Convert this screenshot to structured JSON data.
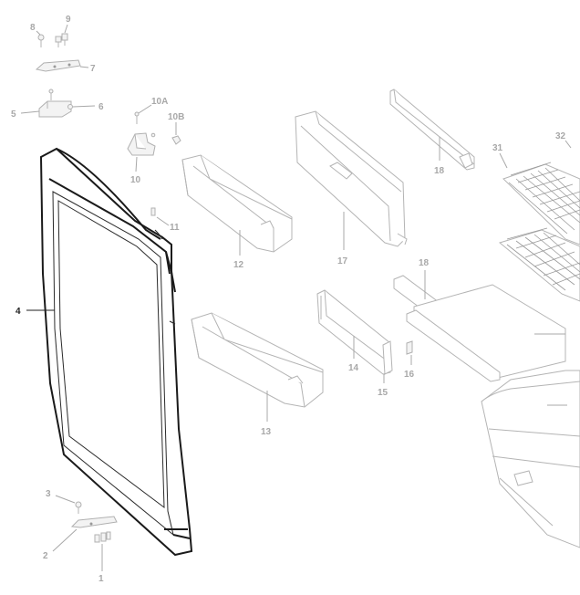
{
  "callouts": {
    "c1": "1",
    "c2": "2",
    "c3": "3",
    "c4": "4",
    "c5": "5",
    "c6": "6",
    "c7": "7",
    "c8": "8",
    "c9": "9",
    "c10": "10",
    "c10a": "10A",
    "c10b": "10B",
    "c11": "11",
    "c12": "12",
    "c13": "13",
    "c14": "14",
    "c15": "15",
    "c16": "16",
    "c17": "17",
    "c18a": "18",
    "c18b": "18",
    "c31": "31",
    "c32": "32"
  },
  "colors": {
    "highlight": "#1a1a1a",
    "faded": "#b4b4b4",
    "label": "#a8a8a8"
  }
}
